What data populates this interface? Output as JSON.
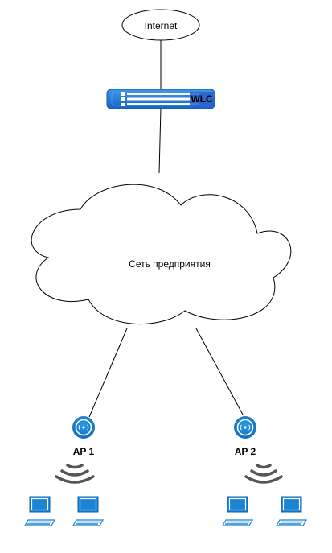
{
  "nodes": {
    "internet": {
      "label": "Internet"
    },
    "wlc": {
      "label": "WLC",
      "color": "#1e6fd9"
    },
    "network": {
      "label": "Сеть предприятия"
    },
    "ap1": {
      "label": "AP 1"
    },
    "ap2": {
      "label": "AP 2"
    }
  },
  "colors": {
    "device_blue": "#1b84d4",
    "wifi_gray": "#555555",
    "line": "#000000"
  },
  "icons": {
    "router": "wlc-controller-icon",
    "access_point": "access-point-icon",
    "wireless": "wifi-signal-icon",
    "client": "laptop-icon"
  }
}
